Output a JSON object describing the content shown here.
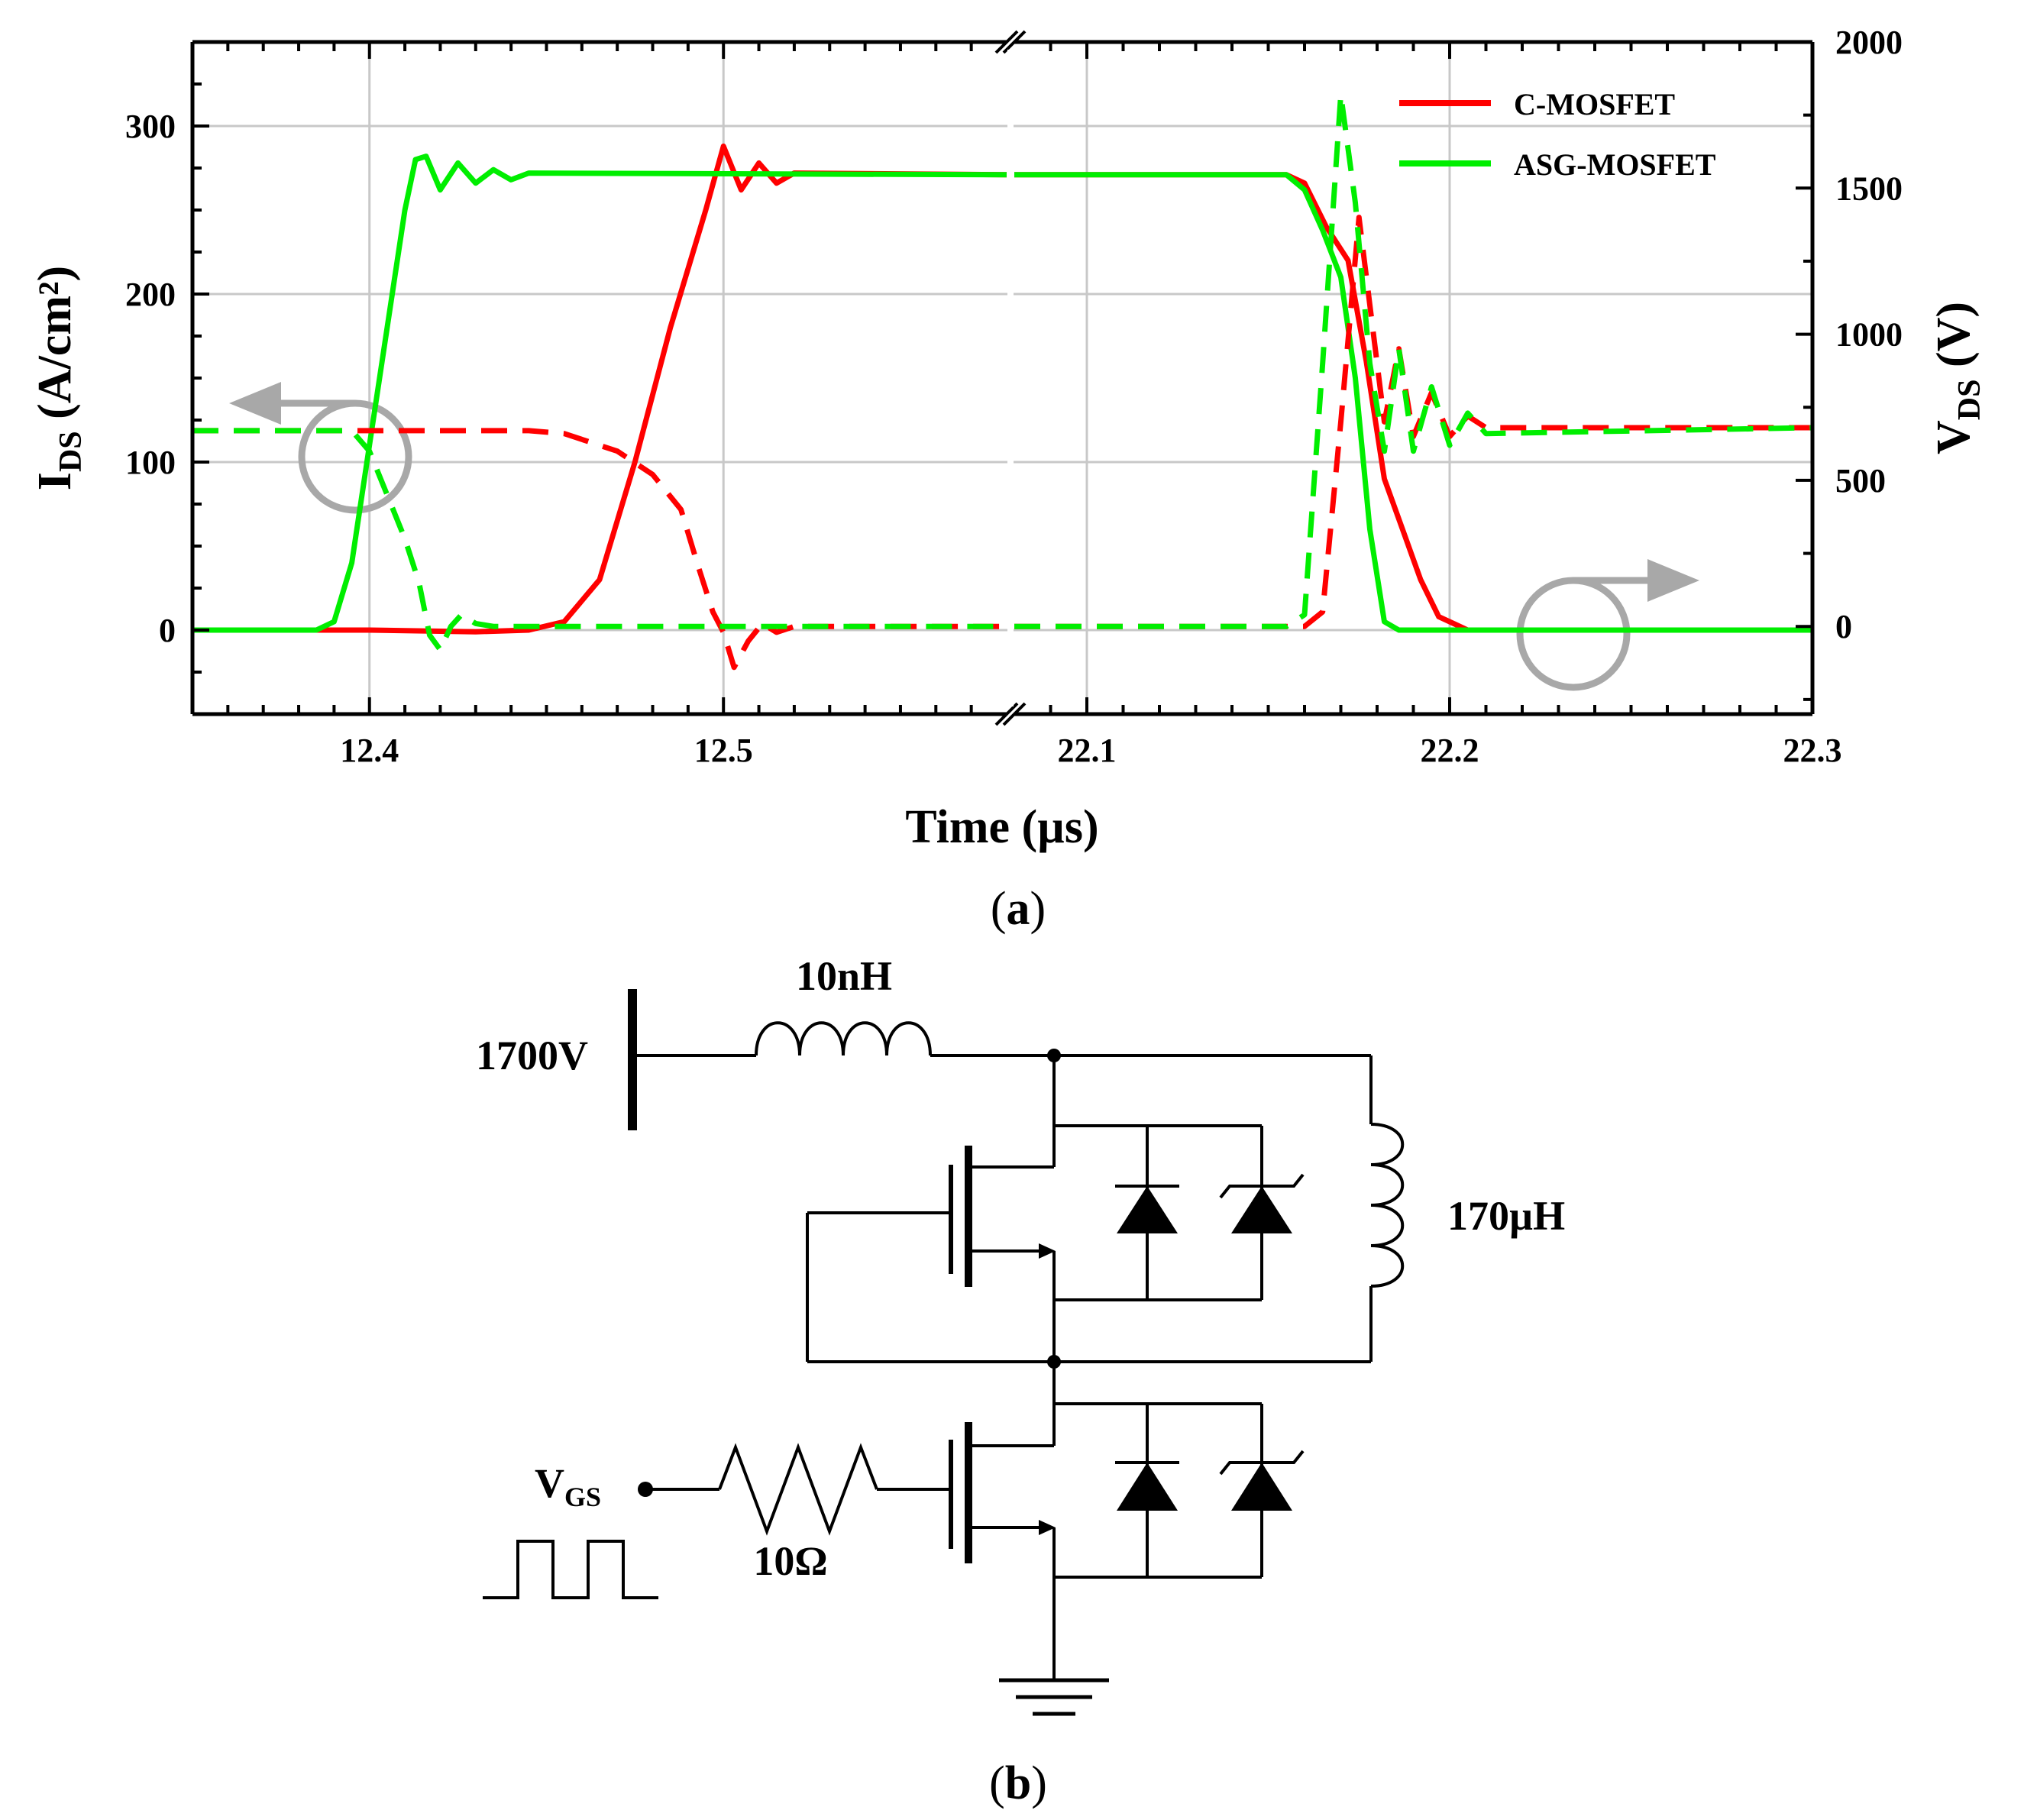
{
  "chart_data": {
    "type": "line",
    "panel_label": "a",
    "xlabel": "Time (µs)",
    "ylabel_left": "I",
    "ylabel_left_sub": "DS",
    "ylabel_left_unit": " (A/cm²)",
    "ylabel_right": "V",
    "ylabel_right_sub": "DS",
    "ylabel_right_unit": " (V)",
    "x_segments": [
      {
        "xlim": [
          12.35,
          12.58
        ],
        "ticks": [
          "12.4",
          "12.5"
        ],
        "tick_values": [
          12.4,
          12.5
        ]
      },
      {
        "xlim": [
          22.08,
          22.3
        ],
        "ticks": [
          "22.1",
          "22.2",
          "22.3"
        ],
        "tick_values": [
          22.1,
          22.2,
          22.3
        ]
      }
    ],
    "axis_break": true,
    "ylim_left": [
      -50,
      350
    ],
    "yticks_left": [
      "0",
      "100",
      "200",
      "300"
    ],
    "ylim_right": [
      -300,
      2000
    ],
    "yticks_right": [
      "0",
      "500",
      "1000",
      "1500",
      "2000"
    ],
    "grid": true,
    "legend_position": "top-right",
    "legend": [
      "C-MOSFET",
      "ASG-MOSFET"
    ],
    "colors": {
      "c_mosfet": "#ff0000",
      "asg_mosfet": "#00ee00",
      "grid": "#c8c8c8",
      "annotation": "#a8a8a8"
    },
    "series": [
      {
        "name": "C-MOSFET",
        "quantity": "I_DS",
        "axis": "left",
        "style": "solid",
        "color": "#ff0000",
        "segment1": [
          [
            12.35,
            0
          ],
          [
            12.4,
            0
          ],
          [
            12.43,
            -1
          ],
          [
            12.445,
            0
          ],
          [
            12.455,
            5
          ],
          [
            12.465,
            30
          ],
          [
            12.475,
            100
          ],
          [
            12.485,
            180
          ],
          [
            12.495,
            250
          ],
          [
            12.5,
            288
          ],
          [
            12.505,
            262
          ],
          [
            12.51,
            278
          ],
          [
            12.515,
            266
          ],
          [
            12.52,
            272
          ],
          [
            12.58,
            271
          ]
        ],
        "segment2": [
          [
            22.08,
            271
          ],
          [
            22.155,
            271
          ],
          [
            22.16,
            266
          ],
          [
            22.166,
            240
          ],
          [
            22.172,
            220
          ],
          [
            22.177,
            160
          ],
          [
            22.182,
            90
          ],
          [
            22.187,
            60
          ],
          [
            22.192,
            30
          ],
          [
            22.197,
            8
          ],
          [
            22.205,
            0
          ],
          [
            22.3,
            0
          ]
        ]
      },
      {
        "name": "ASG-MOSFET",
        "quantity": "I_DS",
        "axis": "left",
        "style": "solid",
        "color": "#00ee00",
        "segment1": [
          [
            12.35,
            0
          ],
          [
            12.385,
            0
          ],
          [
            12.39,
            5
          ],
          [
            12.395,
            40
          ],
          [
            12.4,
            110
          ],
          [
            12.405,
            180
          ],
          [
            12.41,
            250
          ],
          [
            12.413,
            280
          ],
          [
            12.416,
            282
          ],
          [
            12.42,
            262
          ],
          [
            12.425,
            278
          ],
          [
            12.43,
            266
          ],
          [
            12.435,
            274
          ],
          [
            12.44,
            268
          ],
          [
            12.445,
            272
          ],
          [
            12.58,
            271
          ]
        ],
        "segment2": [
          [
            22.08,
            271
          ],
          [
            22.155,
            271
          ],
          [
            22.16,
            262
          ],
          [
            22.165,
            238
          ],
          [
            22.17,
            210
          ],
          [
            22.174,
            150
          ],
          [
            22.178,
            60
          ],
          [
            22.182,
            5
          ],
          [
            22.186,
            0
          ],
          [
            22.3,
            0
          ]
        ]
      },
      {
        "name": "C-MOSFET",
        "quantity": "V_DS",
        "axis": "right",
        "style": "dashed",
        "color": "#ff0000",
        "segment1": [
          [
            12.35,
            670
          ],
          [
            12.445,
            670
          ],
          [
            12.455,
            660
          ],
          [
            12.47,
            600
          ],
          [
            12.48,
            520
          ],
          [
            12.488,
            400
          ],
          [
            12.493,
            200
          ],
          [
            12.497,
            50
          ],
          [
            12.5,
            -20
          ],
          [
            12.503,
            -140
          ],
          [
            12.507,
            -50
          ],
          [
            12.511,
            10
          ],
          [
            12.515,
            -20
          ],
          [
            12.52,
            0
          ],
          [
            12.58,
            0
          ]
        ],
        "segment2": [
          [
            22.08,
            0
          ],
          [
            22.16,
            0
          ],
          [
            22.165,
            50
          ],
          [
            22.17,
            700
          ],
          [
            22.175,
            1400
          ],
          [
            22.178,
            1100
          ],
          [
            22.182,
            700
          ],
          [
            22.186,
            950
          ],
          [
            22.19,
            650
          ],
          [
            22.195,
            800
          ],
          [
            22.2,
            650
          ],
          [
            22.205,
            720
          ],
          [
            22.21,
            680
          ],
          [
            22.3,
            680
          ]
        ]
      },
      {
        "name": "ASG-MOSFET",
        "quantity": "V_DS",
        "axis": "right",
        "style": "dashed",
        "color": "#00ee00",
        "segment1": [
          [
            12.35,
            670
          ],
          [
            12.395,
            670
          ],
          [
            12.4,
            600
          ],
          [
            12.405,
            450
          ],
          [
            12.41,
            300
          ],
          [
            12.414,
            150
          ],
          [
            12.417,
            -30
          ],
          [
            12.42,
            -80
          ],
          [
            12.423,
            0
          ],
          [
            12.426,
            40
          ],
          [
            12.43,
            10
          ],
          [
            12.435,
            0
          ],
          [
            12.58,
            0
          ]
        ],
        "segment2": [
          [
            22.08,
            0
          ],
          [
            22.155,
            0
          ],
          [
            22.16,
            40
          ],
          [
            22.165,
            900
          ],
          [
            22.17,
            1820
          ],
          [
            22.174,
            1450
          ],
          [
            22.178,
            900
          ],
          [
            22.182,
            600
          ],
          [
            22.186,
            950
          ],
          [
            22.19,
            600
          ],
          [
            22.195,
            820
          ],
          [
            22.2,
            620
          ],
          [
            22.205,
            730
          ],
          [
            22.21,
            660
          ],
          [
            22.3,
            680
          ]
        ]
      }
    ]
  },
  "circuit": {
    "panel_label": "b",
    "supply": "1700V",
    "stray_inductor": "10nH",
    "load_inductor": "170µH",
    "gate_resistor": "10Ω",
    "gate_source": "V",
    "gate_source_sub": "GS"
  }
}
